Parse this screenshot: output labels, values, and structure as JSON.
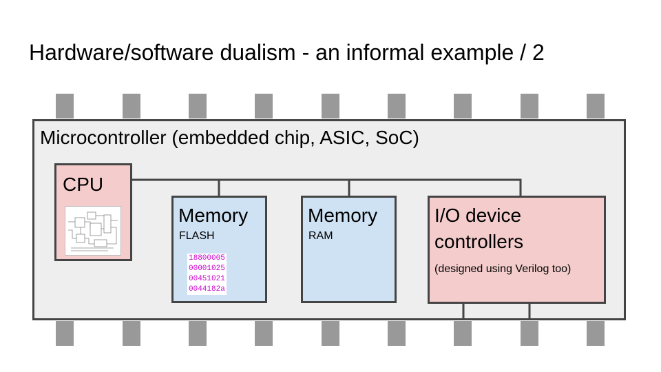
{
  "slide": {
    "title": "Hardware/software dualism - an informal example / 2"
  },
  "chip": {
    "label": "Microcontroller (embedded chip, ASIC, SoC)"
  },
  "cpu": {
    "label": "CPU"
  },
  "flash": {
    "title": "Memory",
    "subtitle": "FLASH",
    "hex_lines": [
      "18800005",
      "00001025",
      "00451021",
      "0044182a"
    ]
  },
  "ram": {
    "title": "Memory",
    "subtitle": "RAM"
  },
  "io": {
    "title_line1": "I/O device",
    "title_line2": "controllers",
    "note": "(designed using Verilog too)"
  },
  "colors": {
    "chip_fill": "#eeeeee",
    "pin": "#999999",
    "pink_box": "#f4cccc",
    "blue_box": "#cfe2f3",
    "border": "#444444",
    "hex_text": "#cc00cc"
  }
}
